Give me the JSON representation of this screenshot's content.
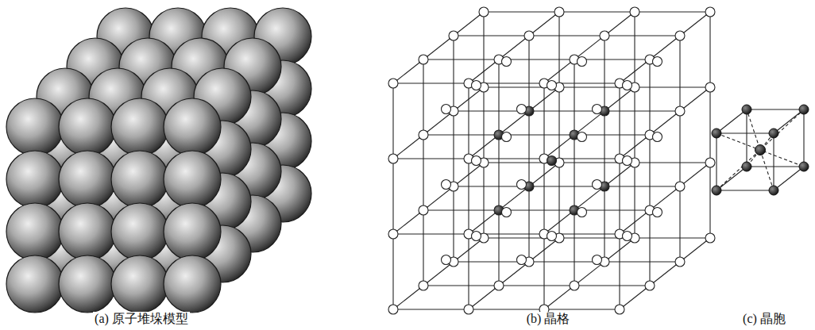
{
  "diagram": {
    "labels": [
      "(a) 原子堆垛模型",
      "(b) 晶格",
      "(c) 晶胞"
    ]
  }
}
